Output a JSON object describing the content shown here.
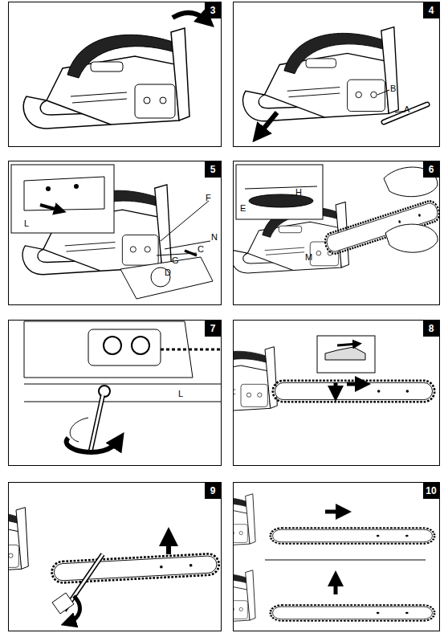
{
  "diagram": {
    "nodes": [
      {
        "text": [
          "3"
        ]
      },
      {
        "text": [
          "4"
        ]
      },
      {
        "text": [
          "5"
        ]
      },
      {
        "text": [
          "6"
        ]
      },
      {
        "text": [
          "7"
        ]
      },
      {
        "text": [
          "8"
        ]
      },
      {
        "text": [
          "9"
        ]
      },
      {
        "text": [
          "10"
        ]
      }
    ],
    "labels": [
      "A",
      "B",
      "L",
      "F",
      "N",
      "C",
      "D",
      "G",
      "E",
      "H",
      "M",
      "L"
    ]
  }
}
